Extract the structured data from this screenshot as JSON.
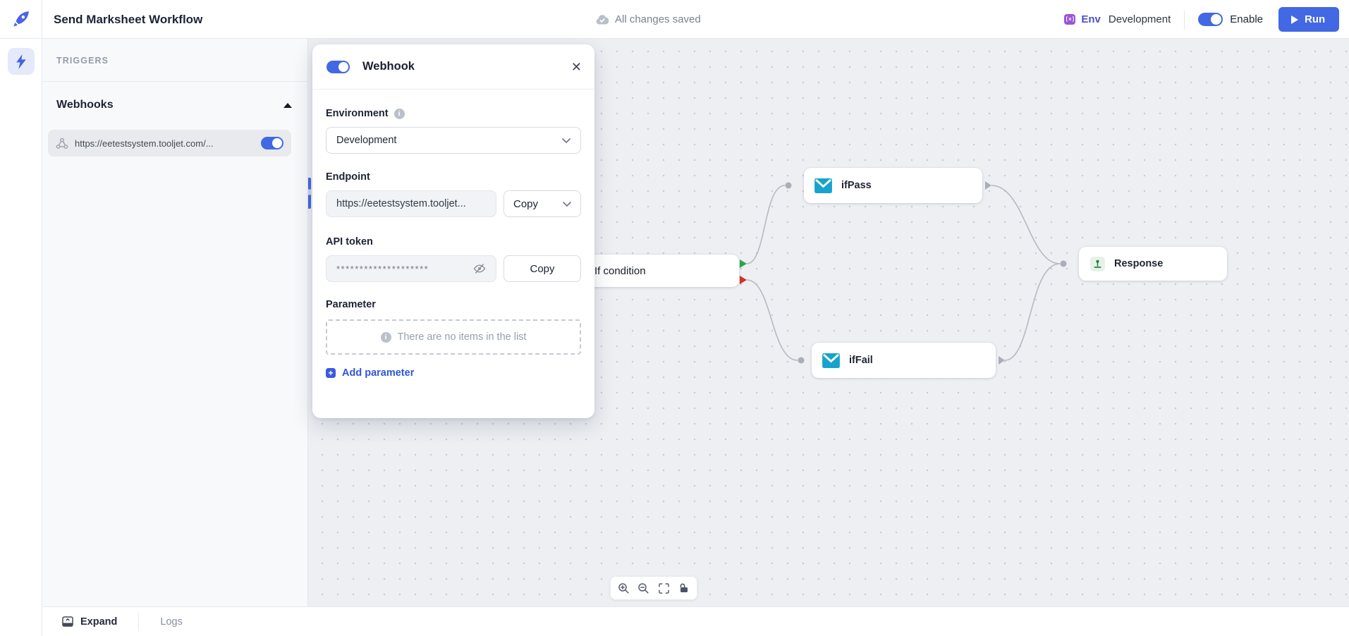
{
  "header": {
    "title": "Send Marksheet Workflow",
    "saved_status": "All changes saved",
    "env_icon_text": "[x]",
    "env_label": "Env",
    "env_value": "Development",
    "enable_label": "Enable",
    "run_label": "Run"
  },
  "sidebar": {
    "triggers_label": "TRIGGERS",
    "webhooks_title": "Webhooks",
    "webhook_url": "https://eetestsystem.tooljet.com/..."
  },
  "modal": {
    "title": "Webhook",
    "environment_label": "Environment",
    "environment_value": "Development",
    "endpoint_label": "Endpoint",
    "endpoint_value": "https://eetestsystem.tooljet...",
    "endpoint_copy_label": "Copy",
    "api_token_label": "API token",
    "api_token_masked": "********************",
    "token_copy_label": "Copy",
    "parameter_label": "Parameter",
    "parameter_empty_text": "There are no items in the list",
    "add_parameter_label": "Add parameter",
    "info_i": "i"
  },
  "canvas": {
    "nodes": [
      {
        "id": "if-condition",
        "label": "If condition"
      },
      {
        "id": "ifPass",
        "label": "ifPass"
      },
      {
        "id": "ifFail",
        "label": "ifFail"
      },
      {
        "id": "response",
        "label": "Response"
      }
    ]
  },
  "toolbar": {
    "icons": [
      "zoom-in",
      "zoom-out",
      "fit-view",
      "lock"
    ]
  },
  "footer": {
    "expand_label": "Expand",
    "logs_label": "Logs"
  },
  "colors": {
    "accent": "#4368e3",
    "env_badge": "#9a55d6",
    "success_handle": "#2da44e",
    "fail_handle": "#d93025",
    "email_icon": "#17a3cc",
    "response_icon_bg": "#e6f2e8",
    "response_icon": "#2f7d3f",
    "edge": "#b5b9c1"
  }
}
